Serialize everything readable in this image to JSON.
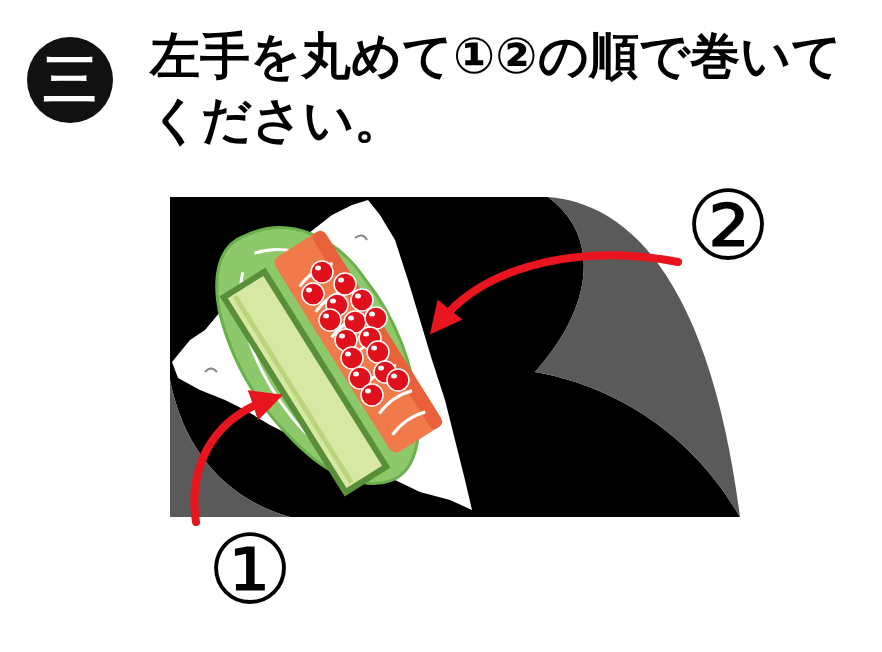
{
  "diagram": {
    "title": "左手を丸めて①②の順で巻いて ください。",
    "labels": [
      "三",
      "②",
      "①"
    ]
  }
}
